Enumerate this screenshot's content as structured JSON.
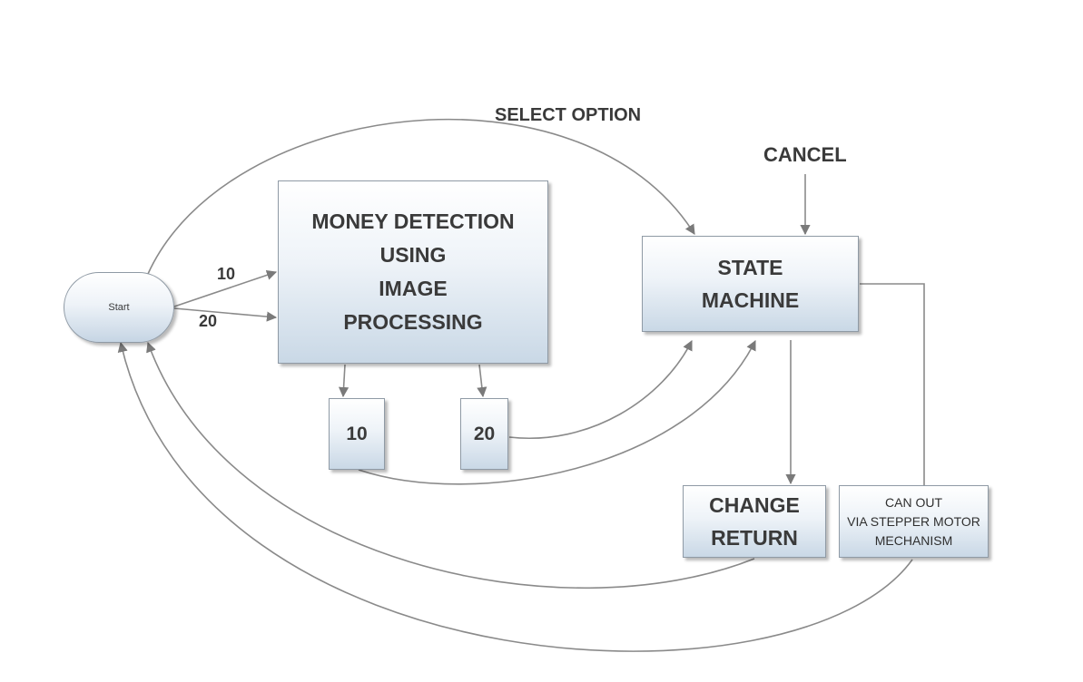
{
  "nodes": {
    "start": "Start",
    "money_detection": [
      "MONEY DETECTION",
      "USING",
      "IMAGE",
      "PROCESSING"
    ],
    "state_machine": [
      "STATE",
      "MACHINE"
    ],
    "ten": "10",
    "twenty": "20",
    "change_return": [
      "CHANGE",
      "RETURN"
    ],
    "can_out": [
      "CAN OUT",
      "VIA STEPPER MOTOR",
      "MECHANISM"
    ]
  },
  "edge_labels": {
    "select_option": "SELECT OPTION",
    "cancel": "CANCEL",
    "ten": "10",
    "twenty": "20"
  },
  "colors": {
    "stroke": "#8a8a8a",
    "box_top": "#ffffff",
    "box_bottom": "#c9d8e6",
    "text": "#3a3a3a"
  }
}
